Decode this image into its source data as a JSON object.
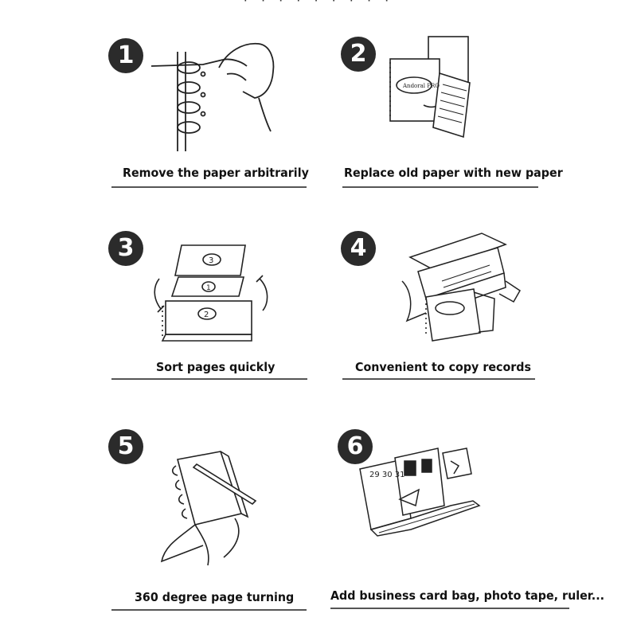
{
  "header": {
    "partial_title": "· · · · · · · · ·"
  },
  "items": [
    {
      "number": "1",
      "caption": "Remove the paper arbitrarily"
    },
    {
      "number": "2",
      "caption": "Replace old paper with new paper"
    },
    {
      "number": "3",
      "caption": "Sort pages quickly",
      "page_numbers": [
        "3",
        "1",
        "2"
      ]
    },
    {
      "number": "4",
      "caption": "Convenient to copy records"
    },
    {
      "number": "5",
      "caption": "360 degree page turning"
    },
    {
      "number": "6",
      "caption": "Add business card bag, photo tape, ruler...",
      "calendar_digits": "29 30 31"
    }
  ],
  "brand_text": "Andoral PRO",
  "colors": {
    "badge": "#2b2b2b",
    "rule": "#555555",
    "ink": "#222222"
  }
}
